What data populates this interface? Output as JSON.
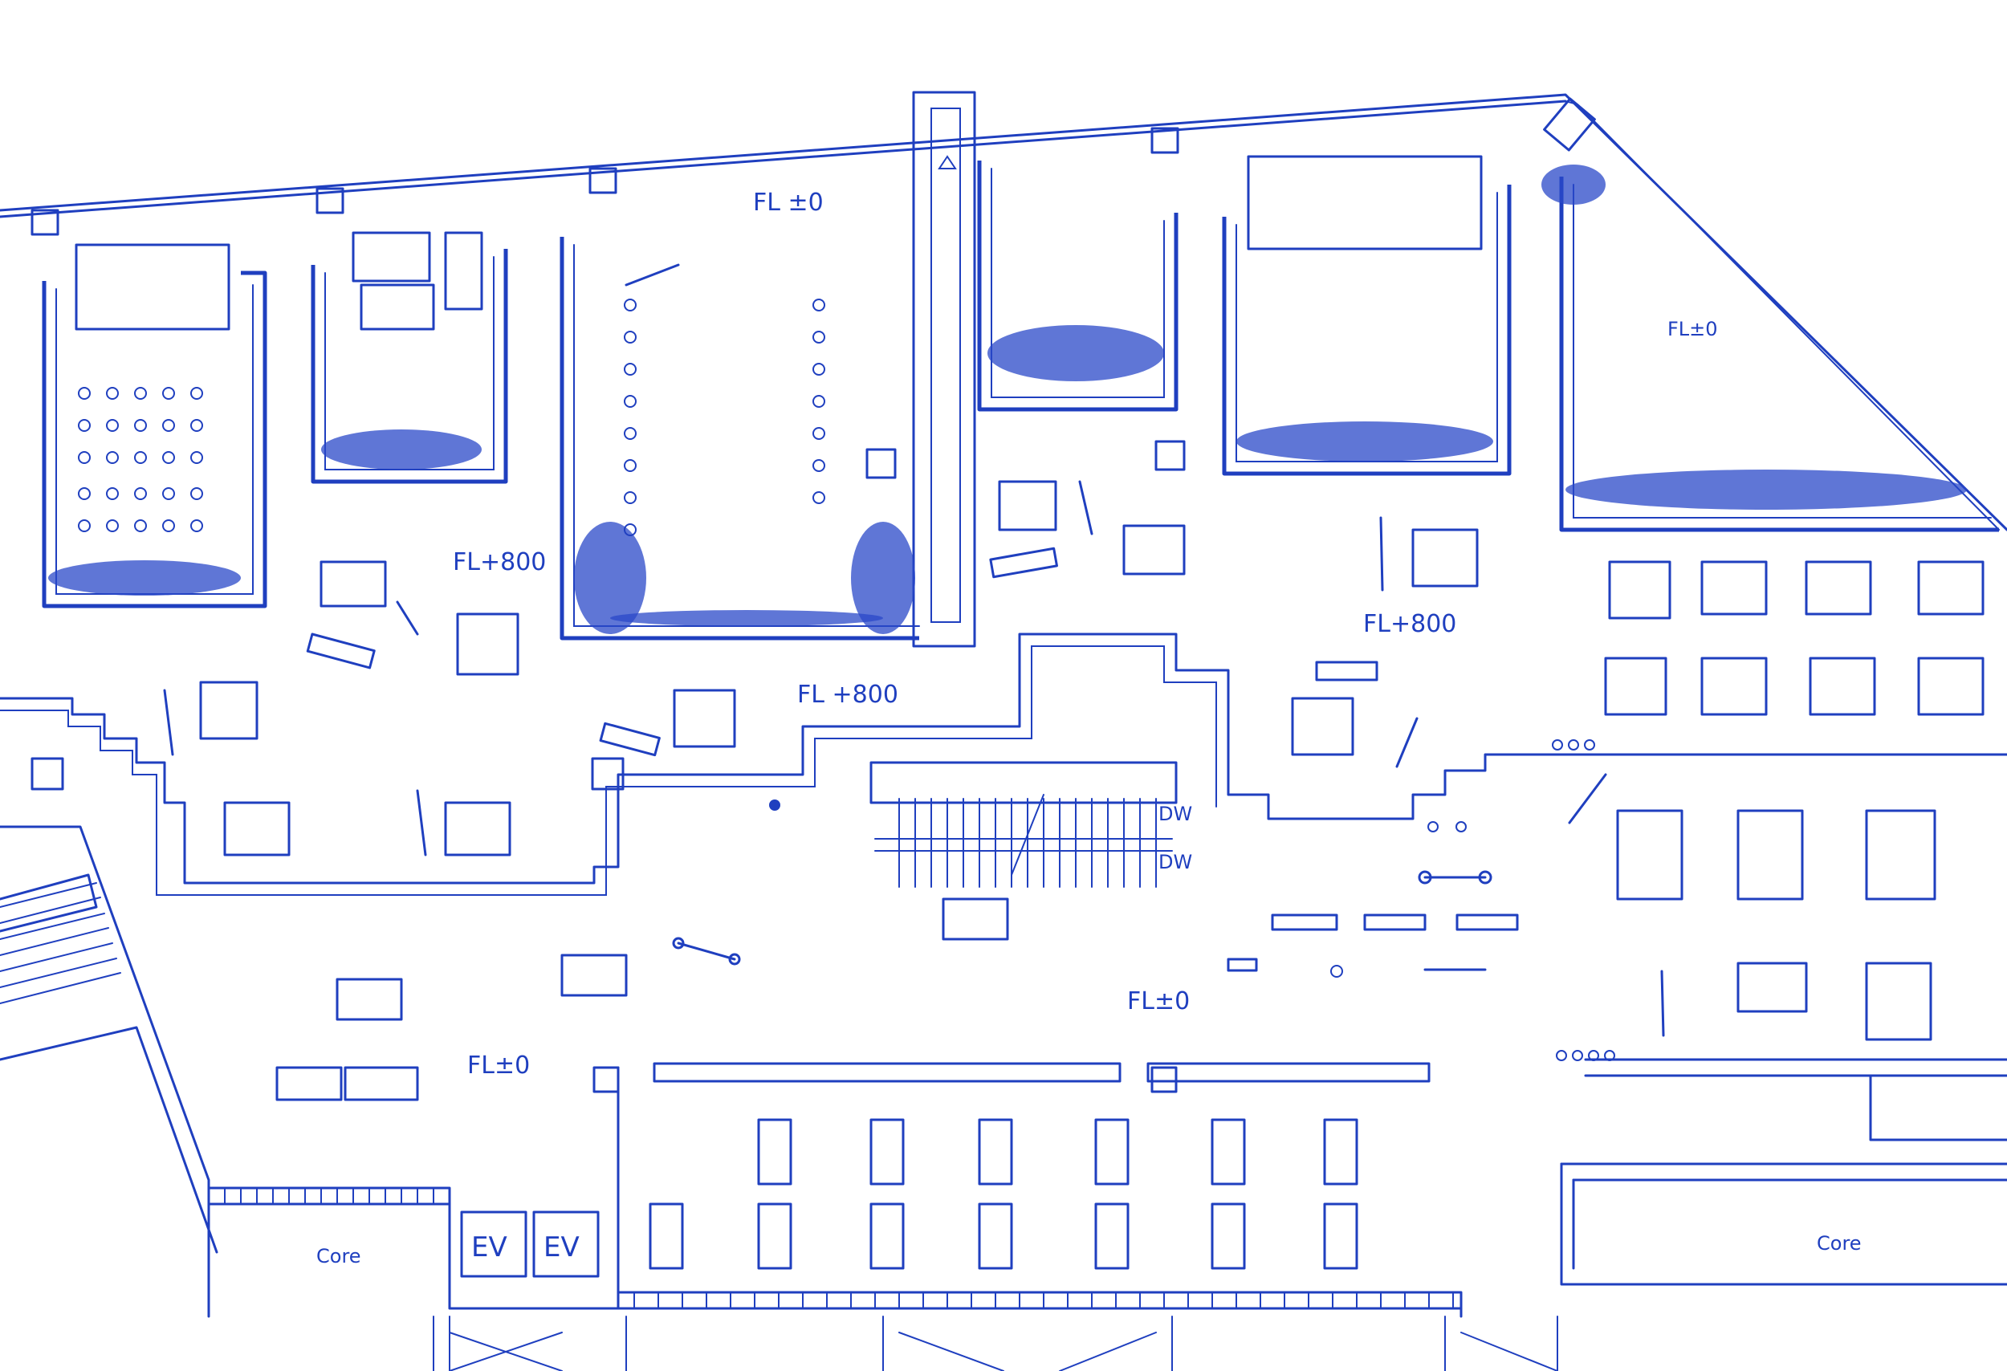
{
  "labels": {
    "fl_top_center": "FL ±0",
    "fl_top_right": "FL±0",
    "fl_left_800": "FL+800",
    "fl_center_800": "FL +800",
    "fl_right_800": "FL+800",
    "fl_bottom_center": "FL±0",
    "fl_bottom_left": "FL±0",
    "core_left": "Core",
    "core_right": "Core",
    "ev_1": "EV",
    "ev_2": "EV",
    "dw_1": "DW",
    "dw_2": "DW"
  },
  "colors": {
    "ink": "#1f3fbf",
    "paper": "#ffffff"
  }
}
